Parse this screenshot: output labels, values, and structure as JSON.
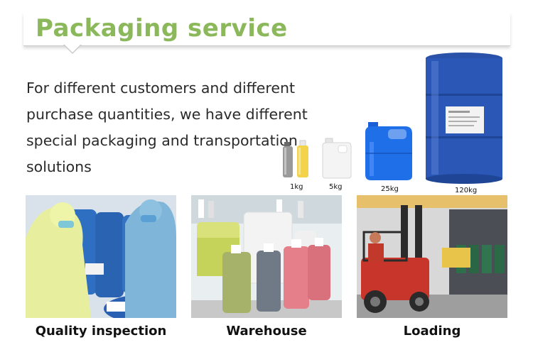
{
  "header": {
    "title": "Packaging service"
  },
  "intro": {
    "text": "For different customers and different purchase quantities, we have different special packaging and transportation solutions"
  },
  "packages": [
    {
      "label": "1kg"
    },
    {
      "label": "5kg"
    },
    {
      "label": "25kg"
    },
    {
      "label": "120kg"
    }
  ],
  "photos": [
    {
      "caption": "Quality inspection"
    },
    {
      "caption": "Warehouse"
    },
    {
      "caption": "Loading"
    }
  ]
}
